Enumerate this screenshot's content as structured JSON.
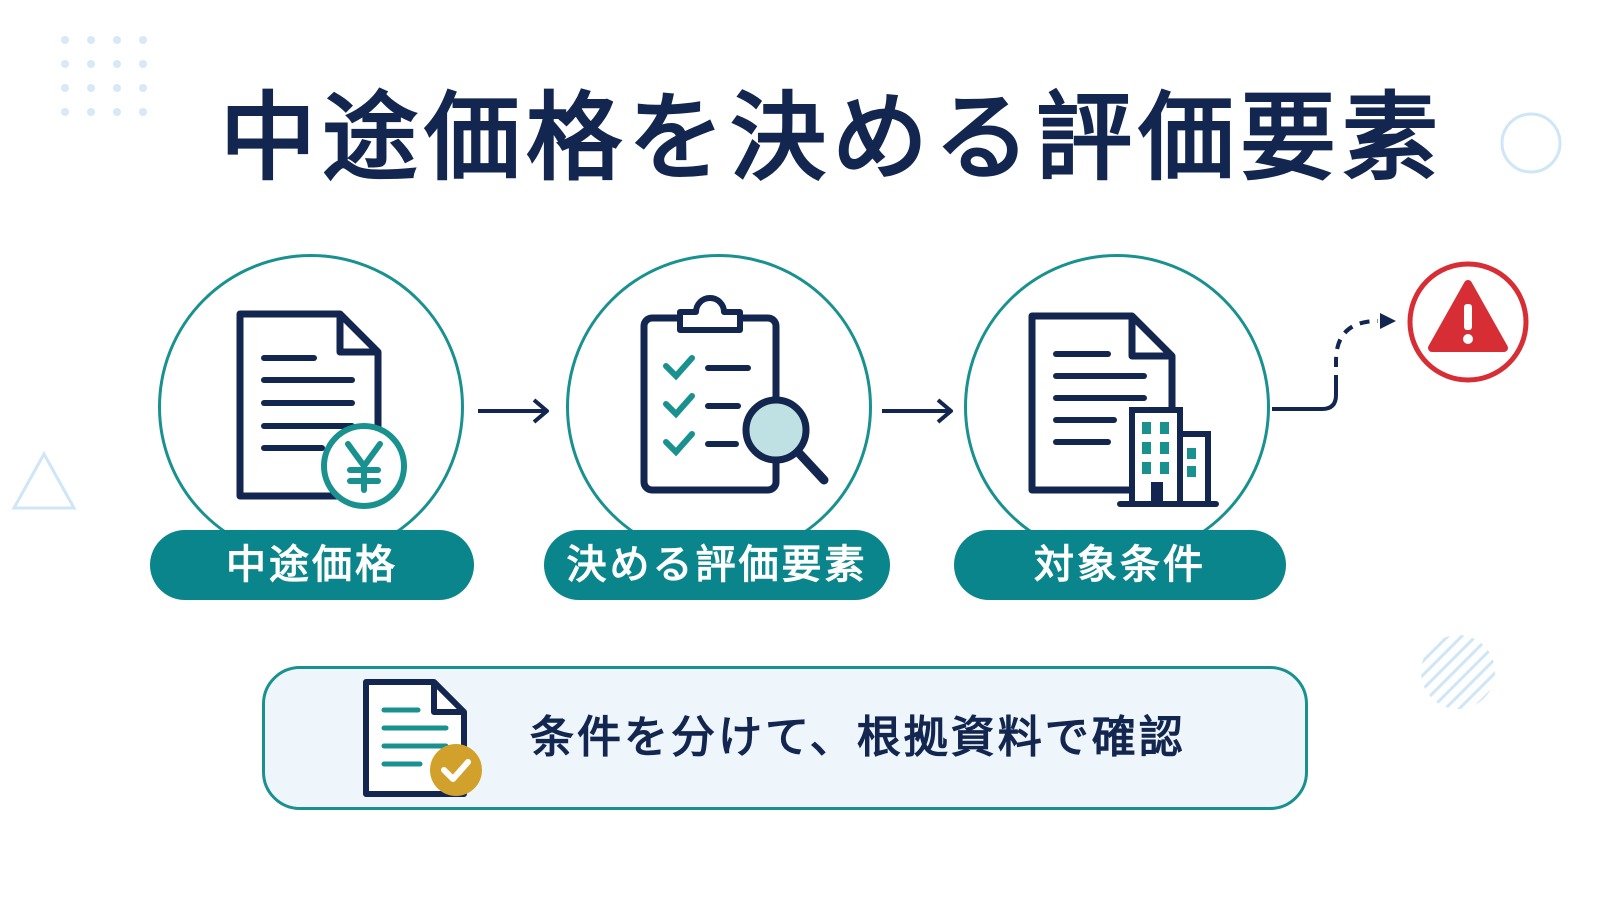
{
  "title": "中途価格を決める評価要素",
  "steps": [
    {
      "label": "中途価格",
      "icon": "yen-document-icon"
    },
    {
      "label": "決める評価要素",
      "icon": "clipboard-search-icon"
    },
    {
      "label": "対象条件",
      "icon": "document-building-icon"
    }
  ],
  "warning": {
    "icon": "warning-icon"
  },
  "note": {
    "text": "条件を分けて、根拠資料で確認",
    "icon": "document-check-icon"
  },
  "colors": {
    "navy": "#13264f",
    "teal": "#0a858c",
    "teal_line": "#19918f",
    "red": "#d62e34",
    "gold": "#d2a12b",
    "light_blue": "#cfe6f7",
    "note_bg": "#eef6fc"
  }
}
